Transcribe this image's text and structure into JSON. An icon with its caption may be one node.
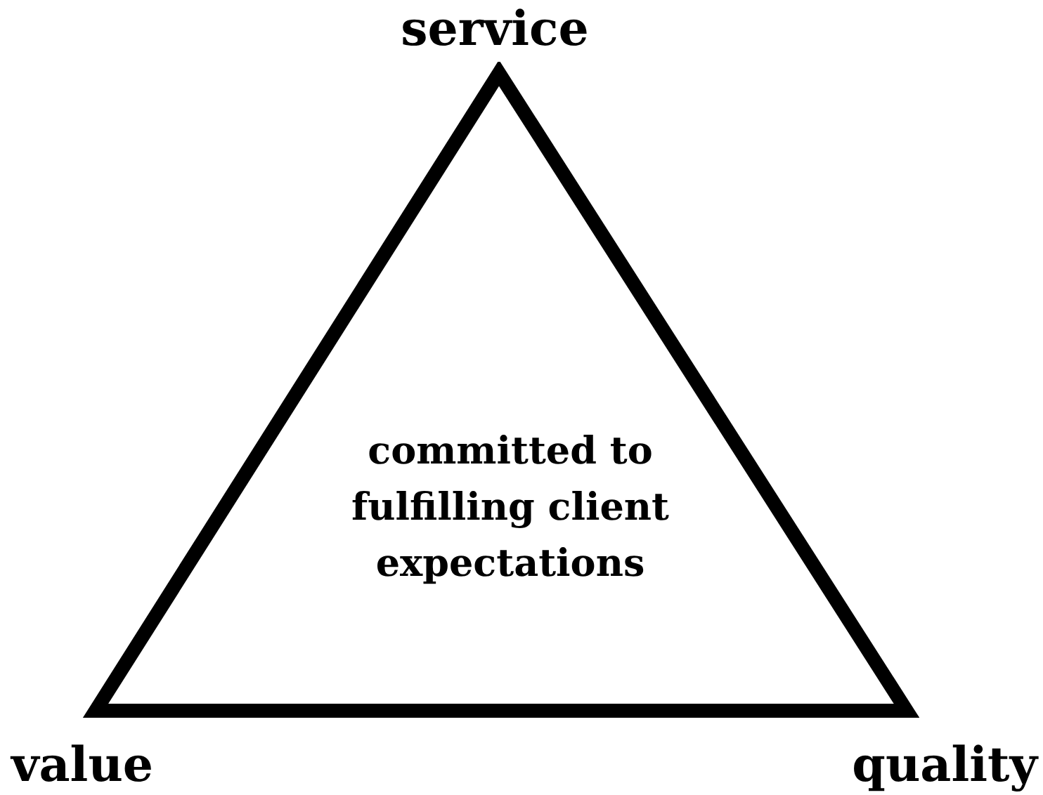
{
  "diagram": {
    "nodes": [
      {
        "text": [
          "committed to fulfilling client expectations"
        ]
      }
    ],
    "labels": [
      "service",
      "value",
      "quality"
    ]
  }
}
